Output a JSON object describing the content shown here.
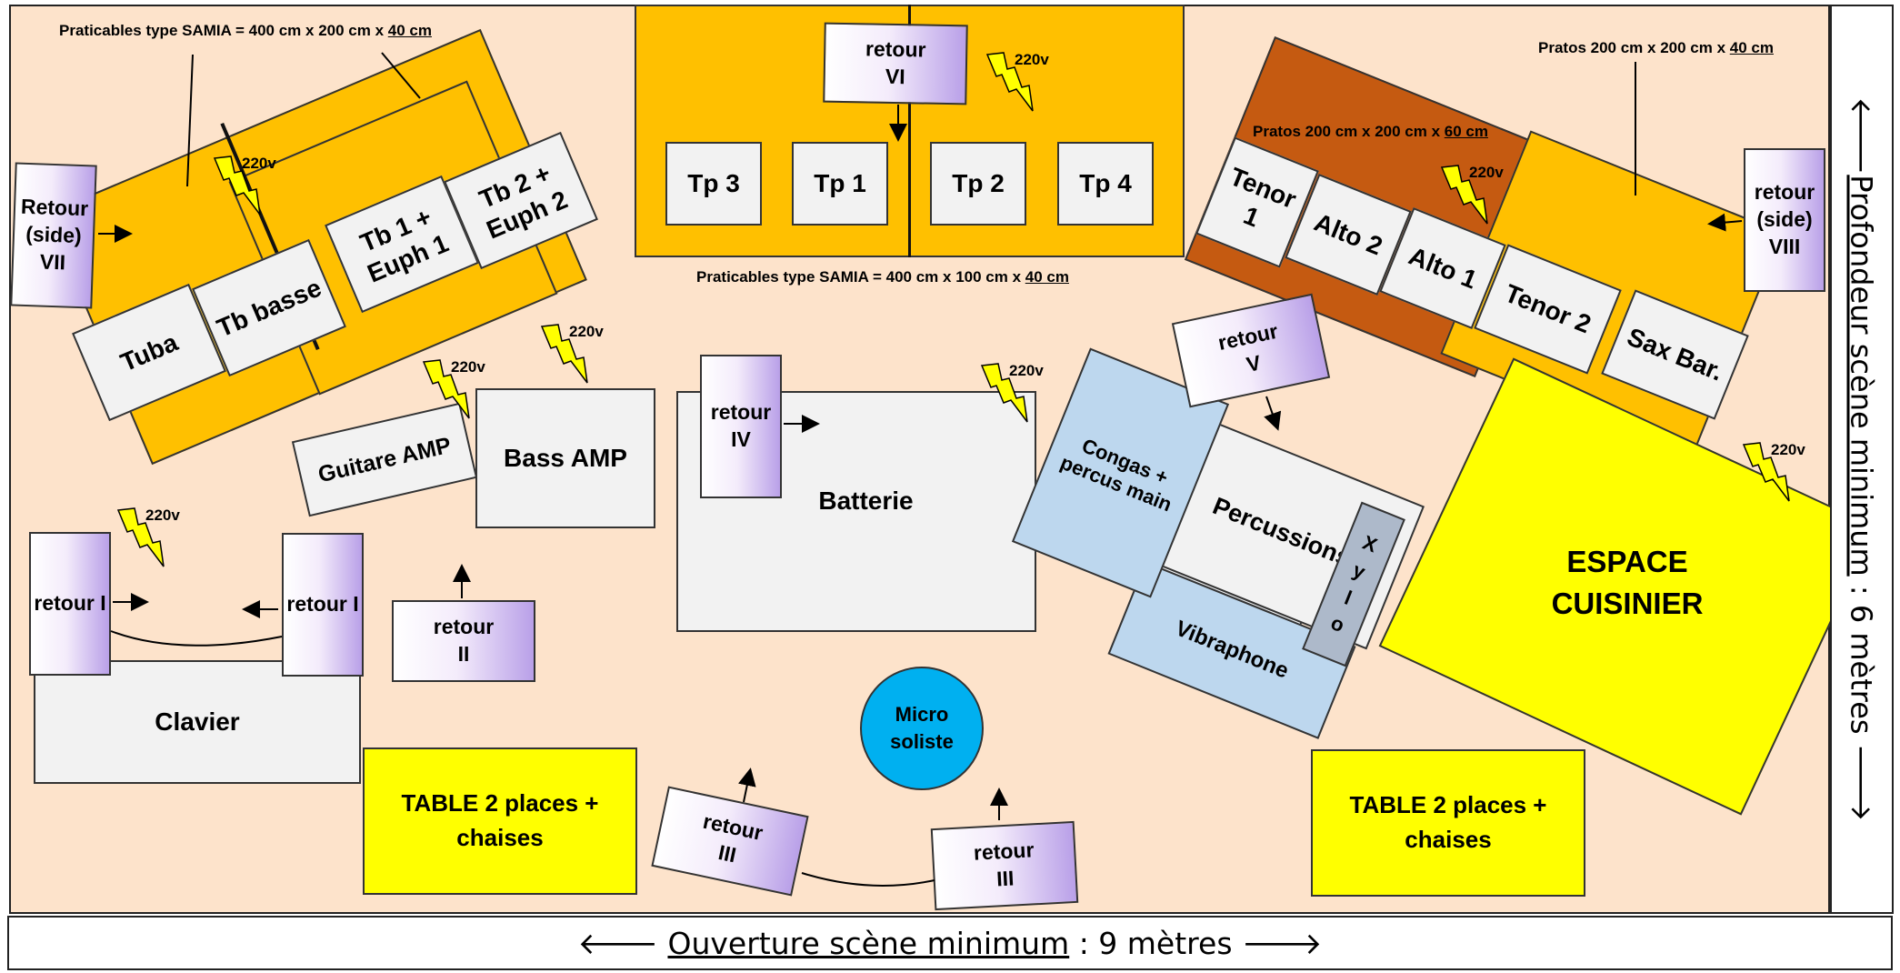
{
  "platforms": {
    "left_label": "Praticables type SAMIA = 400 cm x 200 cm x ",
    "left_label_height": "40 cm",
    "top_label": "Praticables type SAMIA = 400 cm x 100 cm x ",
    "top_label_height": "40 cm",
    "rust_label": "Pratos 200 cm x 200 cm x ",
    "rust_label_height": "60 cm",
    "right_label": "Pratos 200 cm x 200 cm x ",
    "right_label_height": "40 cm"
  },
  "instruments": {
    "tuba": "Tuba",
    "tb_basse": "Tb basse",
    "tb1": "Tb 1 + Euph 1",
    "tb2": "Tb 2 + Euph 2",
    "tp3": "Tp 3",
    "tp1": "Tp 1",
    "tp2": "Tp 2",
    "tp4": "Tp 4",
    "tenor1": "Tenor 1",
    "alto2": "Alto 2",
    "alto1": "Alto 1",
    "tenor2": "Tenor 2",
    "sax_bar": "Sax Bar.",
    "guitare_amp": "Guitare AMP",
    "bass_amp": "Bass AMP",
    "batterie": "Batterie",
    "congas": "Congas + percus main",
    "percussions": "Percussions",
    "xylo": "X y l o",
    "vibraphone": "Vibraphone",
    "clavier": "Clavier",
    "micro": "Micro soliste",
    "espace": "ESPACE CUISINIER"
  },
  "monitors": {
    "vii": "Retour (side) VII",
    "vi": "retour VI",
    "viii": "retour (side) VIII",
    "v": "retour V",
    "iv": "retour IV",
    "ii": "retour II",
    "i_left": "retour I",
    "i_right": "retour I",
    "iii_left": "retour III",
    "iii_right": "retour III"
  },
  "tables": {
    "left": "TABLE 2 places + chaises",
    "right": "TABLE 2 places + chaises"
  },
  "power_label": "220v",
  "footer": {
    "left_arrow": "🡐",
    "label": "Ouverture scène minimum",
    "value": " : 9 mètres ",
    "right_arrow": "🡒"
  },
  "side": {
    "left_arrow": "🡐",
    "label": "Profondeur scène minimum",
    "value": " : 6 mètres ",
    "right_arrow": "🡒"
  },
  "colors": {
    "stage": "#fde3cb",
    "platform": "#ffc000",
    "platform_rust": "#c55a11",
    "table": "#ffff00",
    "micro": "#00b0f0",
    "perc_blue": "#bdd7ee",
    "xylo": "#adb9ca",
    "monitor_accent": "#b9a0e8"
  }
}
